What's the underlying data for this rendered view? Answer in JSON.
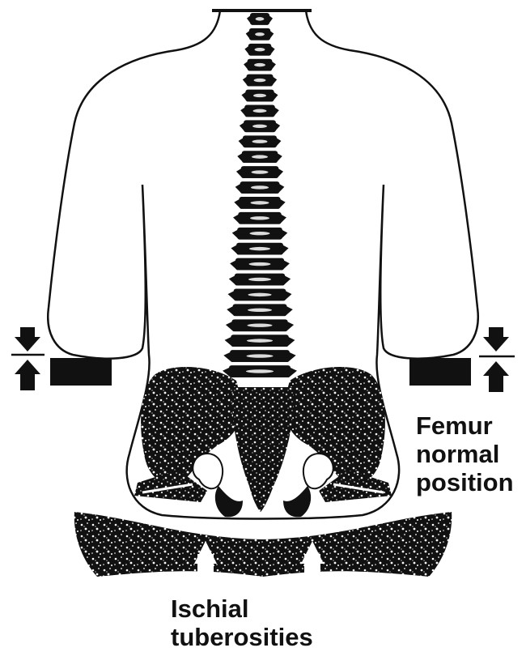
{
  "colors": {
    "ink": "#111111",
    "speckle": "#ffffff",
    "background": "#ffffff"
  },
  "labels": {
    "femur": [
      "Femur",
      "normal",
      "position"
    ],
    "ischial": [
      "Ischial",
      "tuberosities"
    ]
  },
  "icons": [
    "down-arrow-icon",
    "up-arrow-icon"
  ]
}
